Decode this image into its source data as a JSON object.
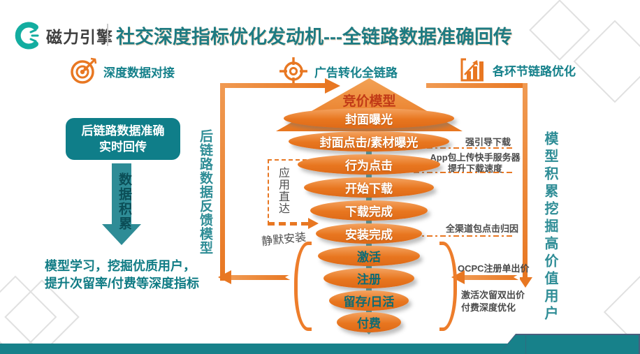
{
  "brand": {
    "logo_text": "磁力引擎",
    "logo_icon": "magnet-c-icon"
  },
  "title": "社交深度指标优化发动机---全链路数据准确回传",
  "headers": {
    "deep_data": {
      "icon": "dart-target-icon",
      "label": "深度数据对接"
    },
    "conversion_chain": {
      "icon": "crosshair-target-icon",
      "label": "广告转化全链路"
    },
    "link_optimization": {
      "icon": "bar-chart-icon",
      "label": "各环节链路优化"
    }
  },
  "left_panel": {
    "box_line1": "后链路数据准确",
    "box_line2": "实时回传",
    "arrow_label": "数据积累",
    "summary_line1": "模型学习，挖掘优质用户，",
    "summary_line2": "提升次留率/付费等深度指标"
  },
  "funnel": {
    "apex_label": "竞价模型",
    "stages": [
      "封面曝光",
      "封面点击/素材曝光",
      "行为点击",
      "开始下载",
      "下载完成",
      "安装完成",
      "激活",
      "注册",
      "留存/日活",
      "付费"
    ],
    "left_axis_label": "后链路数据反馈模型",
    "right_axis_label": "模型积累挖掘高价值用户"
  },
  "callouts": {
    "app_direct": "应用直达",
    "silent_install": "静默安装",
    "strong_guide": "强引导下载",
    "app_upload_line1": "App包上传快手服务器",
    "app_upload_line2": "提升下载速度",
    "attribution": "全渠道包点击归因",
    "ocpc_bid": "OCPC注册单出价",
    "double_bid": "激活次留双出价",
    "pay_depth": "付费深度优化"
  },
  "colors": {
    "accent_orange": "#E87722",
    "brand_teal": "#14808A",
    "deep_teal_text": "#0C6B75",
    "apex_text": "#C13A17"
  }
}
